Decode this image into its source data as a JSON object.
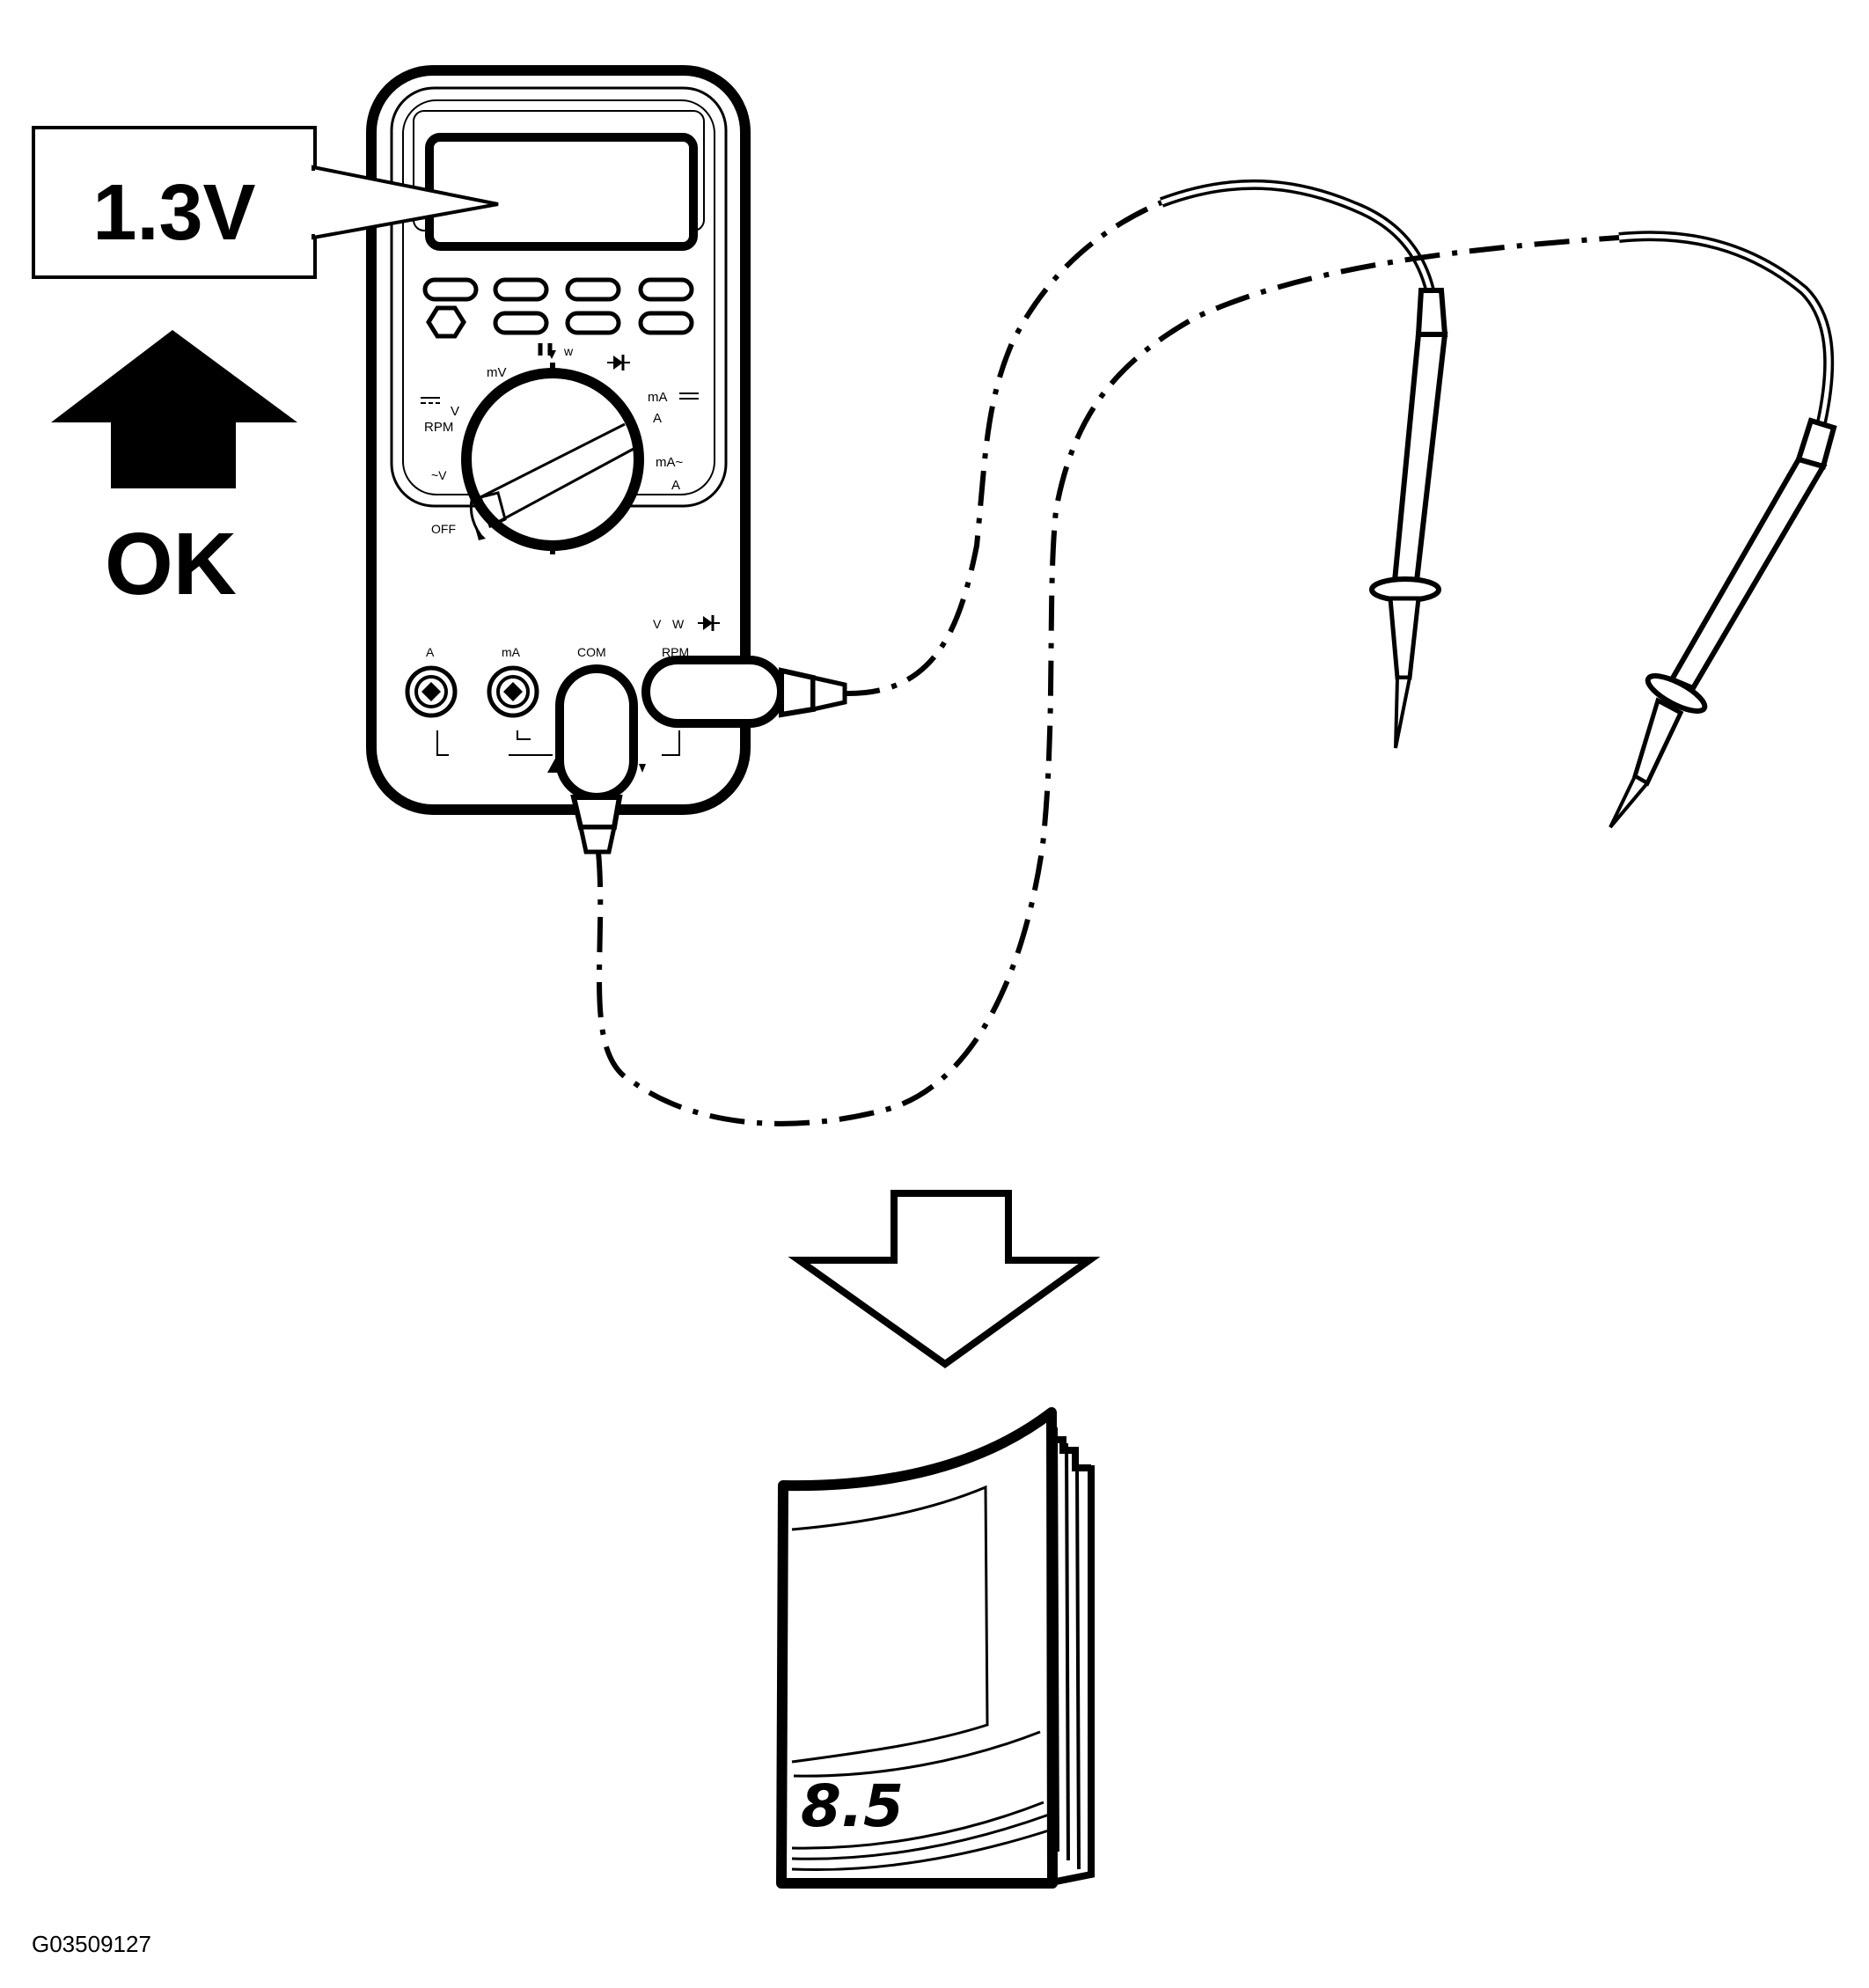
{
  "reading_callout": {
    "value": "1.3V"
  },
  "result_label": "OK",
  "meter": {
    "dial_labels": {
      "mv": "mV",
      "v": "V",
      "rpm": "RPM",
      "ac_v": "~V",
      "off": "OFF",
      "ma_dc": "mA",
      "a_dc": "A",
      "ma_ac": "mA~",
      "a_ac": "A",
      "ohm_top": "w"
    },
    "jacks": {
      "a": "A",
      "ma": "mA",
      "com": "COM",
      "v": "V",
      "ohm": "W",
      "rpm": "RPM"
    }
  },
  "manual": {
    "section": "8.5"
  },
  "figure_id": "G03509127"
}
